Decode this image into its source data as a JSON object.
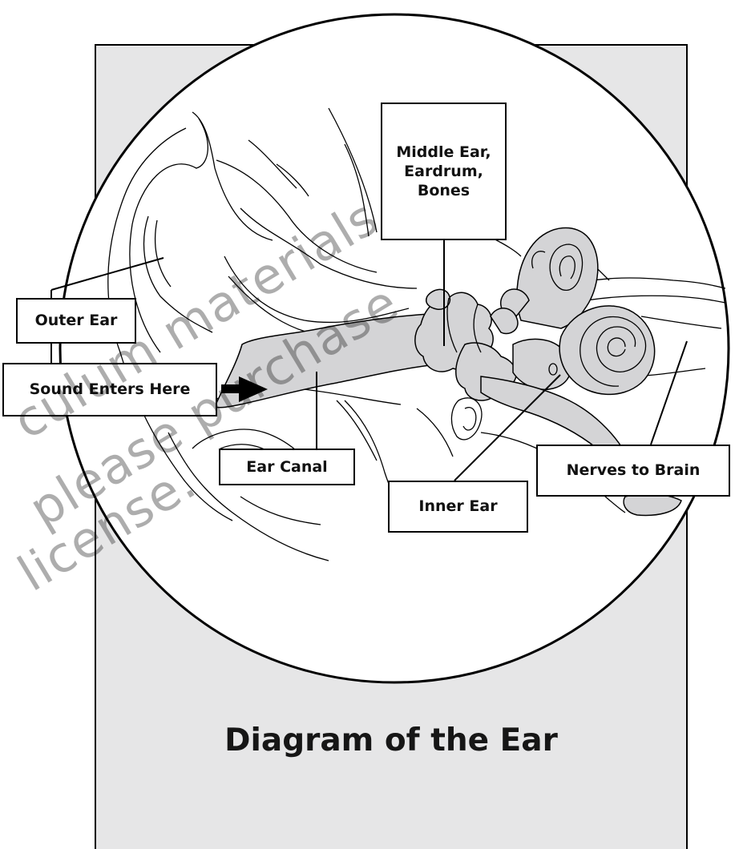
{
  "diagram": {
    "title": "Diagram of the Ear",
    "labels": {
      "outer_ear": "Outer Ear",
      "sound_enters": "Sound Enters Here",
      "ear_canal": "Ear Canal",
      "middle_ear_line1": "Middle Ear,",
      "middle_ear_line2": "Eardrum,",
      "middle_ear_line3": "Bones",
      "inner_ear": "Inner Ear",
      "nerves": "Nerves to Brain"
    }
  },
  "watermark": {
    "line1": "culum materials",
    "line2": "please purchase",
    "line3": "license."
  },
  "colors": {
    "panel_fill": "#e6e6e7",
    "anatomy_fill": "#d4d4d6",
    "stroke": "#000000"
  }
}
